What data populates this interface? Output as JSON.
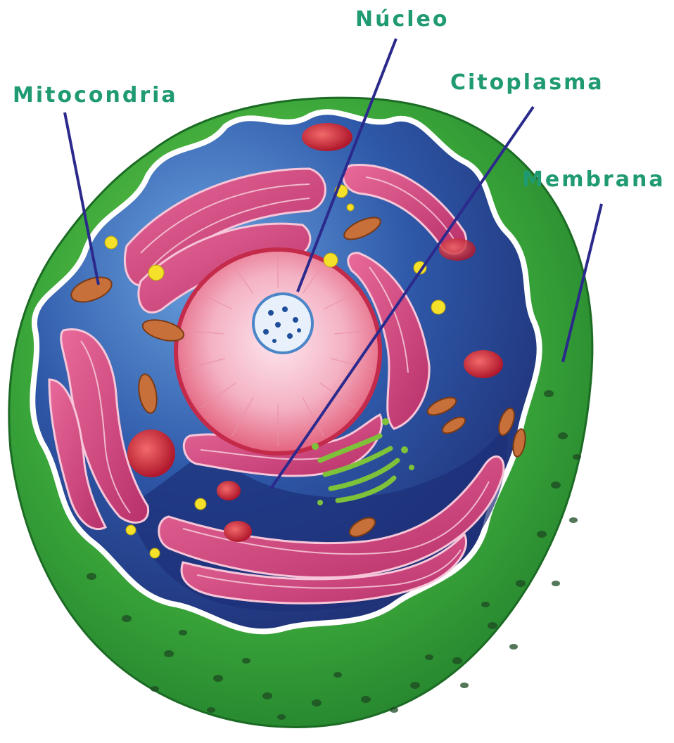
{
  "labels": {
    "nucleus": "Núcleo",
    "mitochondria": "Mitocondria",
    "cytoplasm": "Citoplasma",
    "membrane": "Membrana"
  },
  "colors": {
    "label_text": "#1f9a72",
    "leader_line": "#2b2a8c",
    "membrane_green": "#3aa63a",
    "cytoplasm_blue": "#2e58a8",
    "cytoplasm_dark": "#1d2f78",
    "nucleus_pink": "#f2a0b4",
    "organelle_magenta": "#c8407a",
    "mitochondria_orange": "#c8703a",
    "granule_yellow": "#f5e02a"
  }
}
